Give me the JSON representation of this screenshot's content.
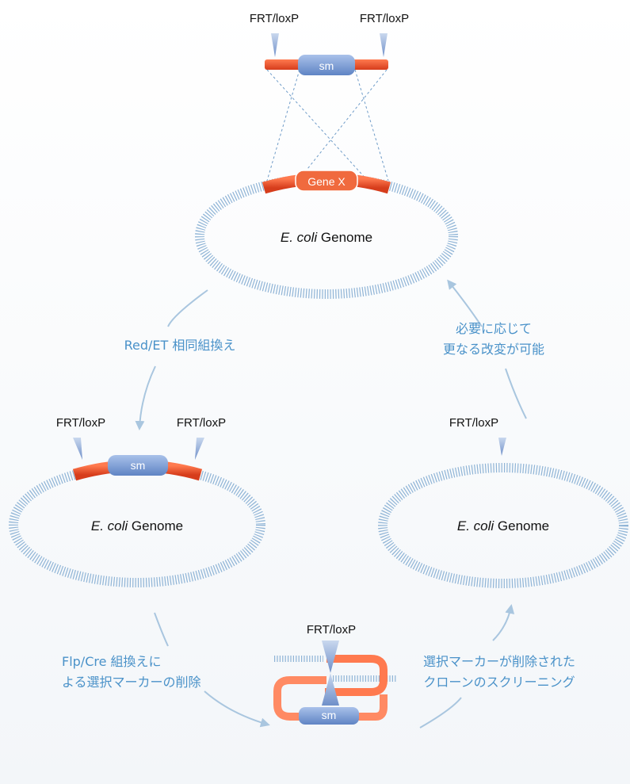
{
  "labels": {
    "frt_loxp": "FRT/loxP",
    "sm": "sm",
    "gene_x": "Gene X",
    "ecoli": "E. coli",
    "genome": "Genome"
  },
  "steps": {
    "red_et": "Red/ET 相同組換え",
    "further_line1": "必要に応じて",
    "further_line2": "更なる改変が可能",
    "flp_cre_line1": "Flp/Cre 組換えに",
    "flp_cre_line2": "よる選択マーカーの削除",
    "screening_line1": "選択マーカーが削除された",
    "screening_line2": "クローンのスクリーニング"
  },
  "colors": {
    "hatch": "#8fb4d6",
    "segment_red": "#e2512c",
    "marker_blue": "#7f9fd3",
    "arrow": "#a9c6df",
    "step_text": "#4a92c9"
  }
}
